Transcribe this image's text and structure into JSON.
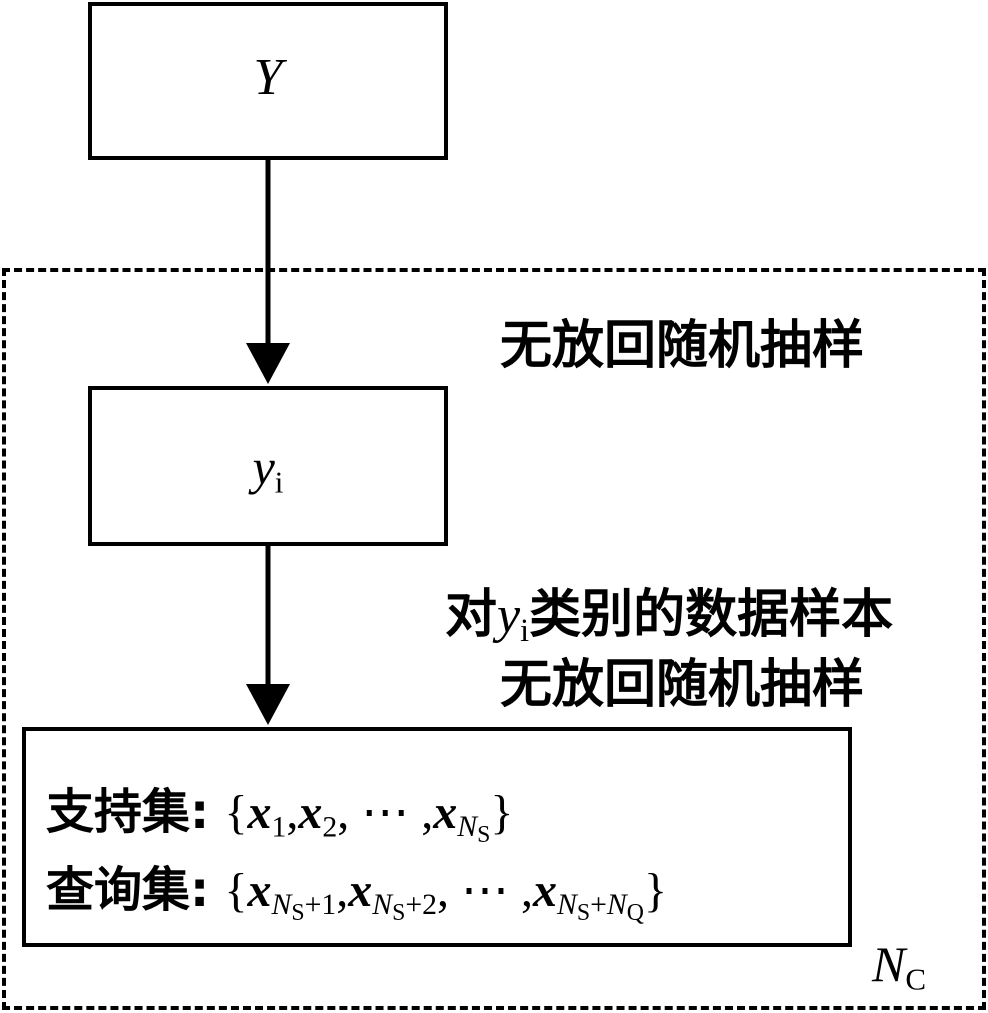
{
  "diagram": {
    "top_box": {
      "symbol": "Y"
    },
    "middle_box": {
      "symbol": "y",
      "subscript": "i"
    },
    "loop_label": "无放回随机抽样",
    "step_label": {
      "prefix": "对",
      "var": "y",
      "var_sub": "i",
      "suffix": "类别的数据样本",
      "line2": "无放回随机抽样"
    },
    "bottom_box": {
      "support": {
        "label": "支持集",
        "colon": ":"
      },
      "query": {
        "label": "查询集",
        "colon": ":"
      }
    },
    "repeat_label": {
      "symbol": "N",
      "subscript": "C"
    }
  },
  "colors": {
    "stroke": "#000000",
    "background": "#ffffff"
  }
}
